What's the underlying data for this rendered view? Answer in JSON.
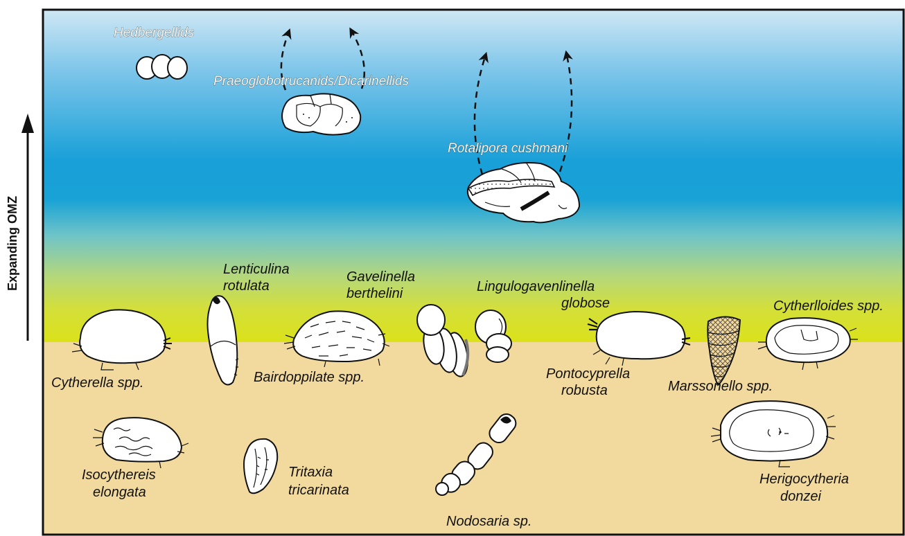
{
  "axis": {
    "label": "Expanding OMZ"
  },
  "colors": {
    "water_top": "#cfe7f4",
    "water_mid": "#1aa0d8",
    "oxycline": "#d9e21b",
    "sediment": "#f2d99e",
    "frame": "#111111"
  },
  "planktic": {
    "hedbergellids": "Hedbergellids",
    "praeoglobotruncanids": "Praeoglobotrucanids/Dicarinellids",
    "rotalipora": "Rotalipora cushmani"
  },
  "benthic": {
    "lenticulina_1": "Lenticulina",
    "lenticulina_2": "rotulata",
    "gavelinella_1": "Gavelinella",
    "gavelinella_2": "berthelini",
    "lingulogavelinella_1": "Lingulogavenlinella",
    "lingulogavelinella_2": "globose",
    "cytherlloides": "Cytherlloides spp.",
    "cytherella": "Cytherella spp.",
    "bairdoppilate": "Bairdoppilate spp.",
    "pontocyprella_1": "Pontocyprella",
    "pontocyprella_2": "robusta",
    "marssonello": "Marssonello spp.",
    "isocythereis_1": "Isocythereis",
    "isocythereis_2": "elongata",
    "tritaxia_1": "Tritaxia",
    "tritaxia_2": "tricarinata",
    "nodosaria": "Nodosaria sp.",
    "herigocytheria_1": "Herigocytheria",
    "herigocytheria_2": "donzei"
  }
}
